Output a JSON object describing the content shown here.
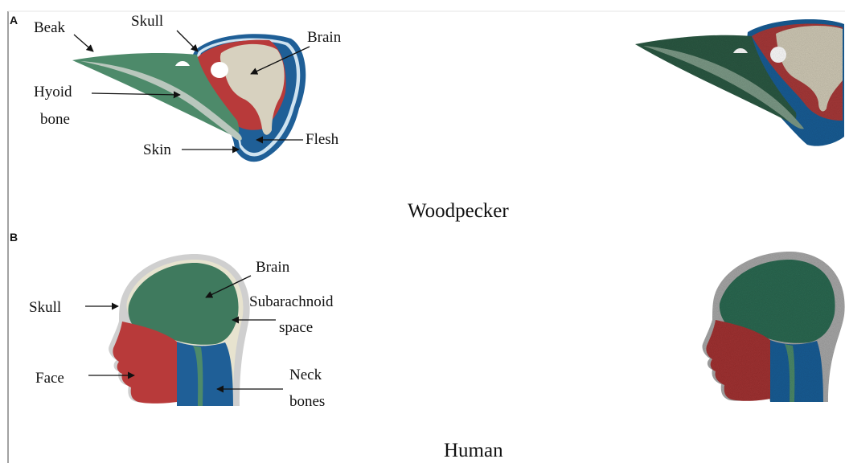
{
  "panels": [
    {
      "letter": "A",
      "caption": "Woodpecker",
      "labels": {
        "beak": "Beak",
        "skull": "Skull",
        "brain": "Brain",
        "hyoid_line1": "Hyoid",
        "hyoid_line2": "bone",
        "skin": "Skin",
        "flesh": "Flesh"
      }
    },
    {
      "letter": "B",
      "caption": "Human",
      "labels": {
        "brain": "Brain",
        "skull": "Skull",
        "subarachnoid_line1": "Subarachnoid",
        "subarachnoid_line2": "space",
        "face": "Face",
        "neck_line1": "Neck",
        "neck_line2": "bones"
      }
    }
  ],
  "colors": {
    "beak_green": "#4d8a6a",
    "brain_beige": "#d7d1bf",
    "skull_red": "#b83a3a",
    "flesh_blue": "#1f5f97",
    "skin_outline": "#1f5f97",
    "human_brain": "#3f7a5e",
    "human_face": "#b83a3a",
    "human_neck": "#1f5f97",
    "human_skull": "#cfcfcf"
  }
}
